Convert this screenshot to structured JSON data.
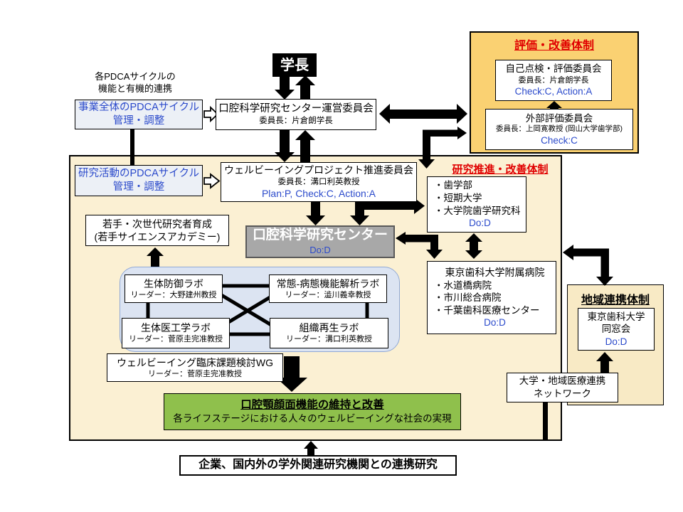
{
  "diagram": {
    "president": "学長",
    "pdca_note": {
      "line1": "各PDCAサイクルの",
      "line2": "機能と有機的連携"
    },
    "pdca_overall": {
      "line1": "事業全体のPDCAサイクル",
      "line2": "管理・調整"
    },
    "steering_committee": {
      "title": "口腔科学研究センター運営委員会",
      "chair": "委員長：片倉朗学長"
    },
    "evaluation": {
      "title": "評価・改善体制",
      "self_check": {
        "title": "自己点検・評価委員会",
        "chair": "委員長：片倉朗学長",
        "pdca": "Check:C, Action:A"
      },
      "external": {
        "title": "外部評価委員会",
        "chair": "委員長：上岡寛教授 (岡山大学歯学部)",
        "pdca": "Check:C"
      }
    },
    "pdca_research": {
      "line1": "研究活動のPDCAサイクル",
      "line2": "管理・調整"
    },
    "promotion_committee": {
      "title": "ウェルビーイングプロジェクト推進委員会",
      "chair": "委員長：溝口利英教授",
      "pdca": "Plan:P, Check:C, Action:A"
    },
    "research_system": {
      "title": "研究推進・改善体制",
      "faculties": {
        "items": [
          "・歯学部",
          "・短期大学",
          "・大学院歯学研究科"
        ],
        "pdca": "Do:D"
      },
      "hospital": {
        "title": "東京歯科大学附属病院",
        "items": [
          "・水道橋病院",
          "・市川総合病院",
          "・千葉歯科医療センター"
        ],
        "pdca": "Do:D"
      }
    },
    "youth": {
      "line1": "若手・次世代研究者育成",
      "line2": "(若手サイエンスアカデミー)"
    },
    "center": {
      "title": "口腔科学研究センター",
      "pdca": "Do:D"
    },
    "labs": {
      "defense": {
        "title": "生体防御ラボ",
        "leader": "リーダー：大野建州教授"
      },
      "analysis": {
        "title": "常態-病態機能解析ラボ",
        "leader": "リーダー：澁川義幸教授"
      },
      "bioengineering": {
        "title": "生体医工学ラボ",
        "leader": "リーダー：菅原圭完准教授"
      },
      "regeneration": {
        "title": "組織再生ラボ",
        "leader": "リーダー：溝口利英教授"
      }
    },
    "wg": {
      "title": "ウェルビーイング臨床課題検討WG",
      "leader": "リーダー：菅原圭完准教授"
    },
    "goal": {
      "title": "口腔顎顔面機能の維持と改善",
      "subtitle": "各ライフステージにおける人々のウェルビーイングな社会の実現"
    },
    "regional": {
      "title": "地域連携体制",
      "alumni": {
        "line1": "東京歯科大学",
        "line2": "同窓会",
        "pdca": "Do:D"
      },
      "network": {
        "line1": "大学・地域医療連携",
        "line2": "ネットワーク"
      }
    },
    "external_research": "企業、国内外の学外関連研究機関との連携研究"
  },
  "colors": {
    "title_red": "#E00000",
    "pdca_blue": "#2B4ACB",
    "evaluation_bg": "#FAD172",
    "main_bg": "#FBF0D3",
    "regional_bg": "#F8EAC5",
    "center_bg": "#A8A8A8",
    "labs_bg": "#DCE4F2",
    "goal_green": "#8FC04C",
    "president_bg": "#000000"
  }
}
